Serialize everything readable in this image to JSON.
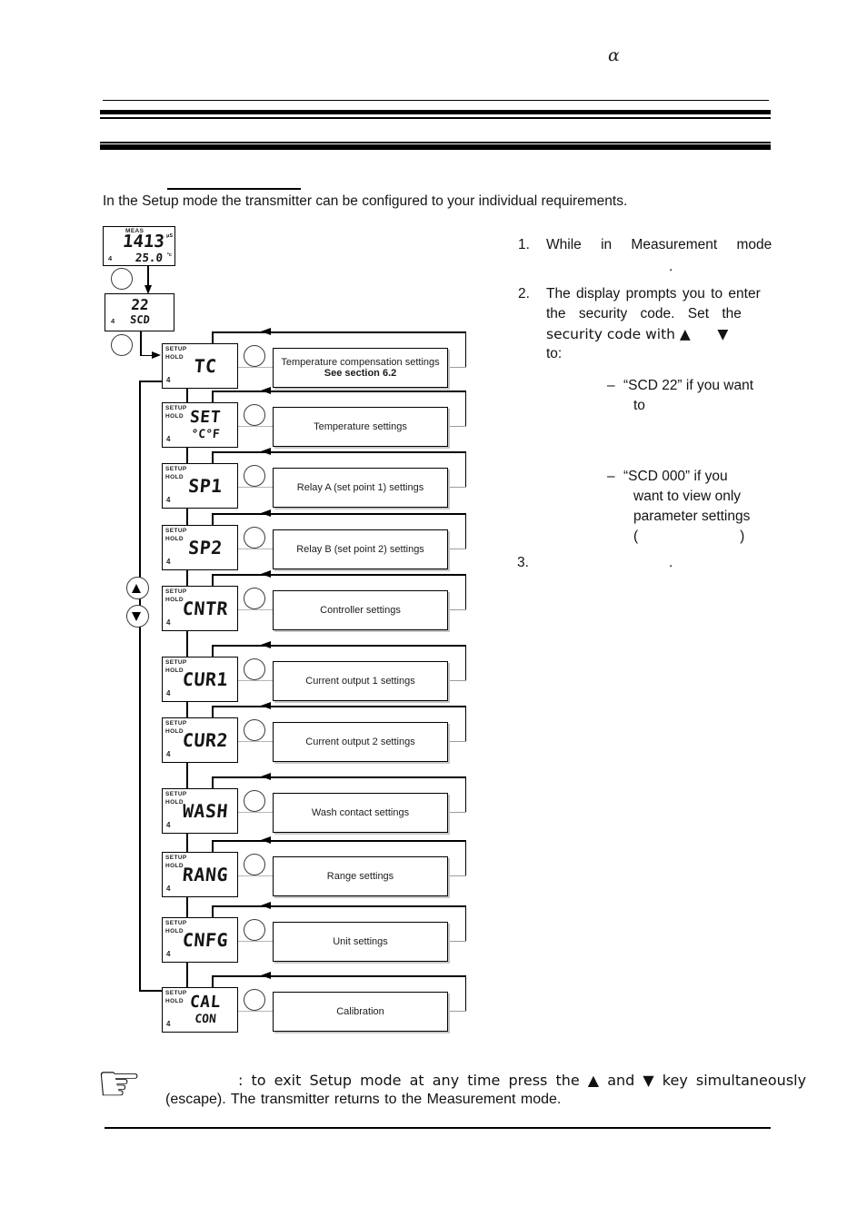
{
  "header": {
    "alpha": "α",
    "intro": "In the Setup mode the transmitter can be configured to your individual requirements."
  },
  "lcd": {
    "setup": "SETUP",
    "hold": "HOLD",
    "badge": "4"
  },
  "meas_display": {
    "meas": "MEAS",
    "value": "1413",
    "value_unit": "µS",
    "temp": "25.0",
    "temp_unit": "°c",
    "badge": "4"
  },
  "scd_display": {
    "value": "22",
    "label": "SCD",
    "badge": "4"
  },
  "menu_rows": [
    {
      "main": "TC",
      "desc": "Temperature compensation settings",
      "desc2": "See section 6.2"
    },
    {
      "main": "SET",
      "sub": "°C°F",
      "desc": "Temperature settings"
    },
    {
      "main": "SP1",
      "desc": "Relay A (set point 1) settings"
    },
    {
      "main": "SP2",
      "desc": "Relay B (set point 2) settings"
    },
    {
      "main": "CNTR",
      "desc": "Controller settings"
    },
    {
      "main": "CUR1",
      "desc": "Current output 1 settings"
    },
    {
      "main": "CUR2",
      "desc": "Current output 2 settings"
    },
    {
      "main": "WASH",
      "desc": "Wash contact settings"
    },
    {
      "main": "RANG",
      "desc": "Range settings"
    },
    {
      "main": "CNFG",
      "desc": "Unit settings"
    },
    {
      "main": "CAL",
      "sub": "CON",
      "desc": "Calibration"
    }
  ],
  "instructions": {
    "item1_num": "1.",
    "item1_text": "While in Measurement mode",
    "item1_dot": ".",
    "item2_num": "2.",
    "item2_l1": "The display prompts you to enter",
    "item2_l2": "the security code. Set the",
    "item2_l3": "security code with ▲      ▼",
    "item2_l4": "to:",
    "b1_dash": "–",
    "b1_l1": "“SCD 22” if you want",
    "b1_l2": "to",
    "b2_dash": "–",
    "b2_l1": "“SCD 000” if you",
    "b2_l2": "want to view only",
    "b2_l3": "parameter settings",
    "b2_l4": "(                          )",
    "item3_num": "3.",
    "item3_dot": "."
  },
  "note": {
    "hand_icon": "☞",
    "line1": ": to exit Setup mode at any time press the ▲ and ▼ key simultaneously",
    "line2": "(escape). The transmitter returns to the Measurement mode."
  }
}
